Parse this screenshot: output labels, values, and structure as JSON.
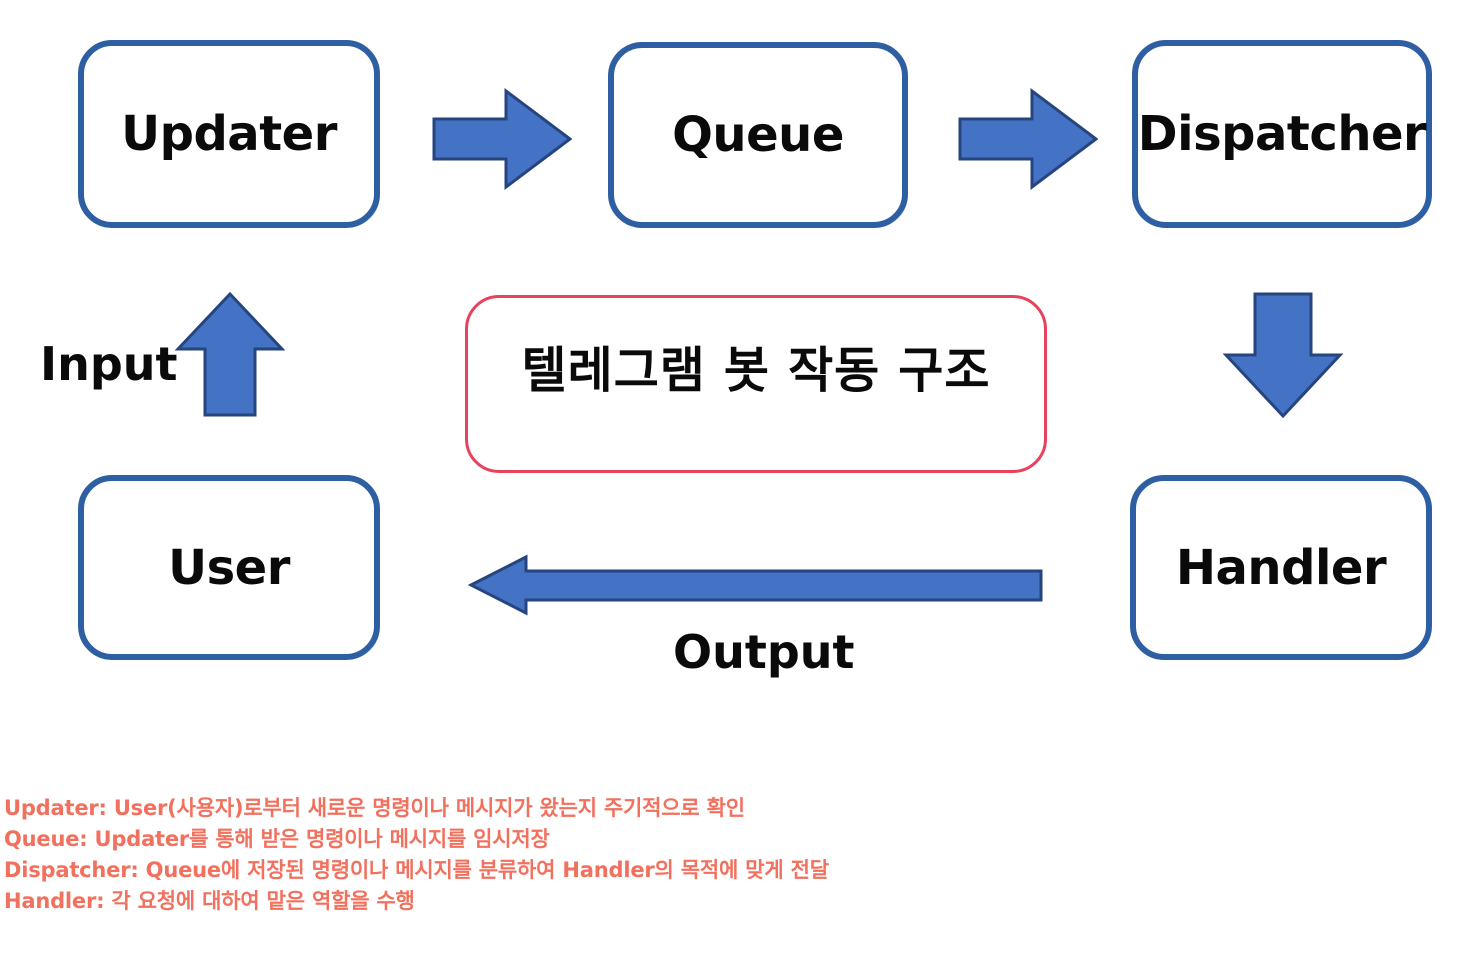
{
  "diagram": {
    "title": "텔레그램 봇 작동 구조",
    "nodes": [
      {
        "id": "updater",
        "label": "Updater"
      },
      {
        "id": "queue",
        "label": "Queue"
      },
      {
        "id": "dispatcher",
        "label": "Dispatcher"
      },
      {
        "id": "handler",
        "label": "Handler"
      },
      {
        "id": "user",
        "label": "User"
      }
    ],
    "edge_labels": {
      "input": "Input",
      "output": "Output"
    },
    "colors": {
      "node_border": "#2E5FA3",
      "arrow_fill": "#4472C4",
      "arrow_stroke": "#26457E",
      "title_box_border": "#E8425C",
      "legend_text": "#F2705E",
      "node_text": "#0A0A0A",
      "background": "#FFFFFF"
    }
  },
  "legend": {
    "lines": [
      "Updater: User(사용자)로부터 새로운 명령이나 메시지가 왔는지 주기적으로 확인",
      "Queue: Updater를 통해 받은 명령이나 메시지를 임시저장",
      "Dispatcher: Queue에 저장된 명령이나 메시지를 분류하여 Handler의 목적에 맞게 전달",
      "Handler: 각 요청에 대하여 맡은 역할을 수행"
    ]
  }
}
